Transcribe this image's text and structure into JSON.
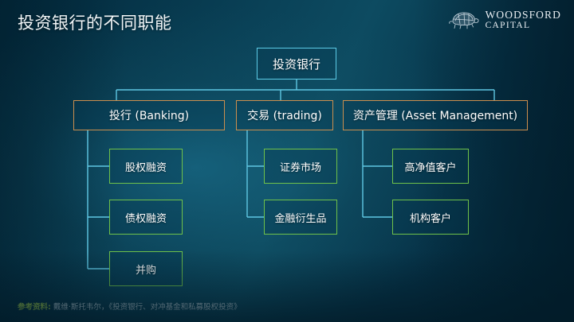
{
  "slide": {
    "title": "投资银行的不同职能",
    "background_color": "#0a4258",
    "accent_cyan": "#5ccbe6",
    "accent_orange": "#cc8f4e",
    "accent_green": "#6fc24a"
  },
  "logo": {
    "icon": "tortoise-icon",
    "line1": "WOODSFORD",
    "line2": "CAPITAL"
  },
  "chart": {
    "root": {
      "label": "投资银行",
      "border_color": "#5ccbe6"
    },
    "categories": [
      {
        "label": "投行 (Banking)",
        "border_color": "#cc8f4e",
        "children": [
          {
            "label": "股权融资",
            "border_color": "#6fc24a"
          },
          {
            "label": "债权融资",
            "border_color": "#6fc24a"
          },
          {
            "label": "并购",
            "border_color": "#6fc24a"
          }
        ]
      },
      {
        "label": "交易 (trading)",
        "border_color": "#cc8f4e",
        "children": [
          {
            "label": "证券市场",
            "border_color": "#6fc24a"
          },
          {
            "label": "金融衍生品",
            "border_color": "#6fc24a"
          }
        ]
      },
      {
        "label": "资产管理 (Asset Management)",
        "border_color": "#cc8f4e",
        "children": [
          {
            "label": "高净值客户",
            "border_color": "#6fc24a"
          },
          {
            "label": "机构客户",
            "border_color": "#6fc24a"
          }
        ]
      }
    ]
  },
  "footer": {
    "label": "参考资料:",
    "text": "戴维·斯托韦尔，《投资银行、对冲基金和私募股权投资》"
  }
}
